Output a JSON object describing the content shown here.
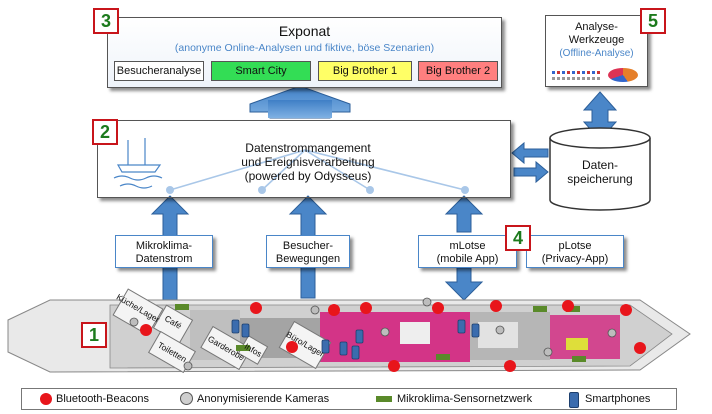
{
  "badges": {
    "b1": "1",
    "b2": "2",
    "b3": "3",
    "b4": "4",
    "b5": "5"
  },
  "exponat": {
    "title": "Exponat",
    "subtitle": "(anonyme Online-Analysen und fiktive, böse Szenarien)",
    "tabs": [
      {
        "label": "Besucheranalyse",
        "color": "#ffffff"
      },
      {
        "label": "Smart City",
        "color": "#33dd55"
      },
      {
        "label": "Big Brother 1",
        "color": "#ffff66"
      },
      {
        "label": "Big Brother 2",
        "color": "#ff7f7f"
      }
    ]
  },
  "analyse": {
    "title_line1": "Analyse-",
    "title_line2": "Werkzeuge",
    "subtitle": "(Offline-Analyse)"
  },
  "stream": {
    "line1": "Datenstrommangement",
    "line2": "und Ereignisverarbeitung",
    "line3": "(powered by Odysseus)"
  },
  "storage": {
    "line1": "Daten-",
    "line2": "speicherung"
  },
  "sources": {
    "mikroklima": {
      "line1": "Mikroklima-",
      "line2": "Datenstrom"
    },
    "besucher": {
      "line1": "Besucher-",
      "line2": "Bewegungen"
    },
    "mlotse": {
      "line1": "mLotse",
      "line2": "(mobile App)"
    },
    "plotse": {
      "line1": "pLotse",
      "line2": "(Privacy-App)"
    }
  },
  "ship_rooms": [
    "Küche/Lager",
    "Café",
    "Toiletten",
    "Garderobe",
    "Infos",
    "Büro/Lager"
  ],
  "legend": [
    {
      "label": "Bluetooth-Beacons",
      "icon": "red-dot-icon"
    },
    {
      "label": "Anonymisierende Kameras",
      "icon": "camera-icon"
    },
    {
      "label": "Mikroklima-Sensornetzwerk",
      "icon": "sensor-icon"
    },
    {
      "label": "Smartphones",
      "icon": "smartphone-icon"
    }
  ],
  "colors": {
    "arrow": "#4a86c8",
    "badge_border": "#c8151b",
    "badge_text": "#1c7a1c",
    "subtitle": "#4a86c8",
    "beacon": "#e8151b",
    "magenta": "#d3197a"
  }
}
